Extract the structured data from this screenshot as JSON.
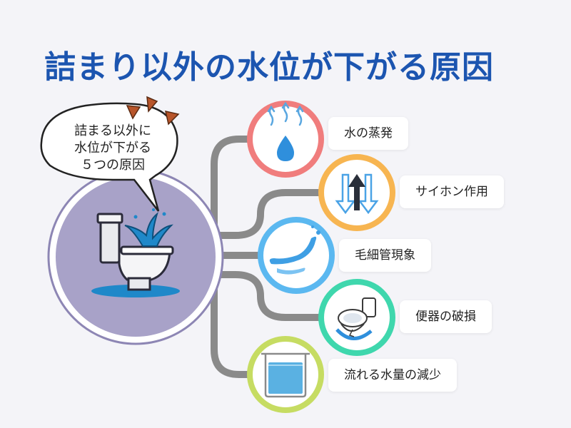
{
  "title": "詰まり以外の水位が下がる原因",
  "bubble": {
    "line1": "詰まる以外に",
    "line2": "水位が下がる",
    "line3": "５つの原因"
  },
  "causes": [
    {
      "label": "水の蒸発",
      "ring_color": "#f07d7d",
      "icon": "evaporation-icon"
    },
    {
      "label": "サイホン作用",
      "ring_color": "#f7b551",
      "icon": "siphon-arrows-icon"
    },
    {
      "label": "毛細管現象",
      "ring_color": "#5bb8f0",
      "icon": "water-splash-icon"
    },
    {
      "label": "便器の破損",
      "ring_color": "#3fd7ad",
      "icon": "broken-toilet-icon"
    },
    {
      "label": "流れる水量の減少",
      "ring_color": "#c6dc62",
      "icon": "water-beaker-icon"
    }
  ],
  "colors": {
    "title": "#1c55b0",
    "connector": "#8a8a8a",
    "hub_fill": "#a8a2c8",
    "hub_ring": "#ffffff",
    "hub_outline": "#8d86b4",
    "accent_burst": "#b8552a"
  }
}
